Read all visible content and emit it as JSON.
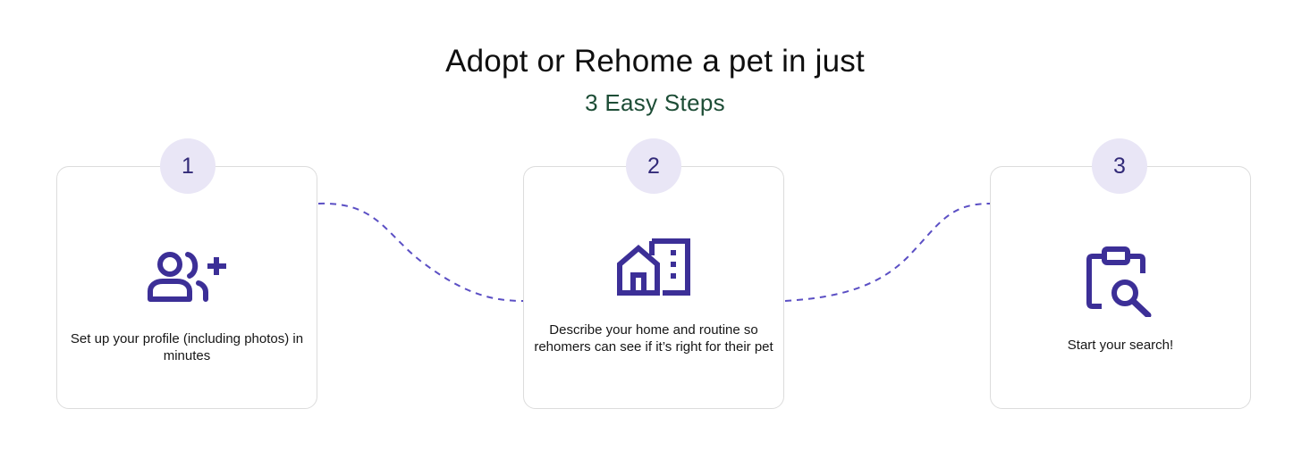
{
  "header": {
    "title": "Adopt or Rehome a pet in just",
    "subtitle": "3 Easy Steps"
  },
  "colors": {
    "accent": "#3c2f97",
    "badge_bg": "#e9e6f6",
    "subtitle": "#1d4d36",
    "connector": "#5b4fc4"
  },
  "steps": [
    {
      "number": "1",
      "icon": "add-user-icon",
      "text": "Set up your profile (including photos) in minutes"
    },
    {
      "number": "2",
      "icon": "home-building-icon",
      "text": "Describe your home and routine so rehomers can see if it’s right for their pet"
    },
    {
      "number": "3",
      "icon": "clipboard-search-icon",
      "text": "Start your search!"
    }
  ]
}
